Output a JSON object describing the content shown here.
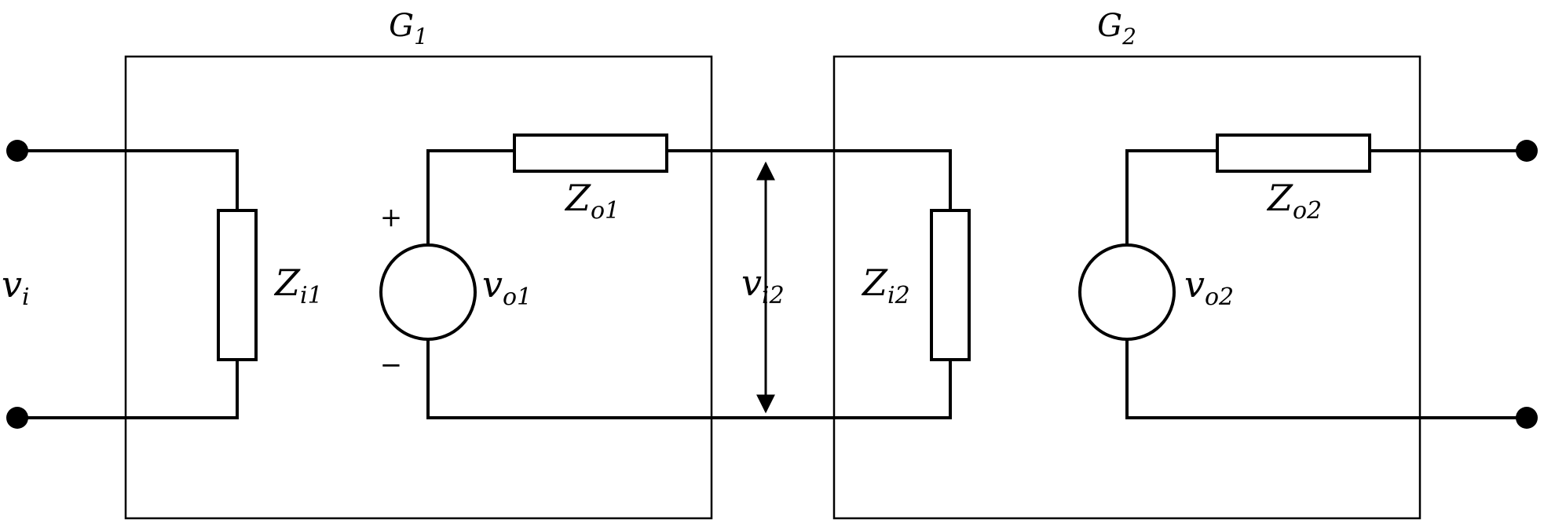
{
  "blocks": {
    "g1": {
      "main": "G",
      "sub": "1"
    },
    "g2": {
      "main": "G",
      "sub": "2"
    }
  },
  "labels": {
    "vi": {
      "main": "v",
      "sub": "i"
    },
    "zi1": {
      "main": "Z",
      "sub": "i1"
    },
    "zo1": {
      "main": "Z",
      "sub": "o1"
    },
    "vo1": {
      "main": "v",
      "sub": "o1"
    },
    "vi2": {
      "main": "v",
      "sub": "i2"
    },
    "zi2": {
      "main": "Z",
      "sub": "i2"
    },
    "zo2": {
      "main": "Z",
      "sub": "o2"
    },
    "vo2": {
      "main": "v",
      "sub": "o2"
    },
    "plus": "+",
    "minus": "−"
  }
}
